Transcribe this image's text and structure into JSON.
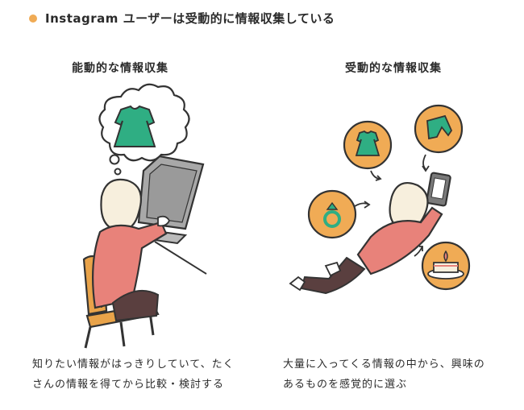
{
  "title": "Instagram ユーザーは受動的に情報収集している",
  "left_panel": {
    "heading": "能動的な情報収集",
    "caption_lines": [
      "知りたい情報がはっきりしていて、たく",
      "さんの情報を得てから比較・検討する"
    ]
  },
  "right_panel": {
    "heading": "受動的な情報収集",
    "caption_lines": [
      "大量に入ってくる情報の中から、興味の",
      "あるものを感覚的に選ぶ"
    ]
  },
  "colors": {
    "accent_dot": "#f0ab55",
    "bubble_orange": "#f0ab55",
    "shirt_pink": "#e8827a",
    "dress_green": "#2fae83",
    "chair_orange": "#e9a349",
    "hair_cream": "#f7efdd",
    "pants_brown": "#5a3f3f",
    "device_gray": "#9a9a9a"
  },
  "icons": [
    "thought-bubble-dress-icon",
    "dress-icon",
    "jeans-icon",
    "ring-icon",
    "cake-icon",
    "smartphone-icon",
    "laptop-icon",
    "chair-icon"
  ]
}
